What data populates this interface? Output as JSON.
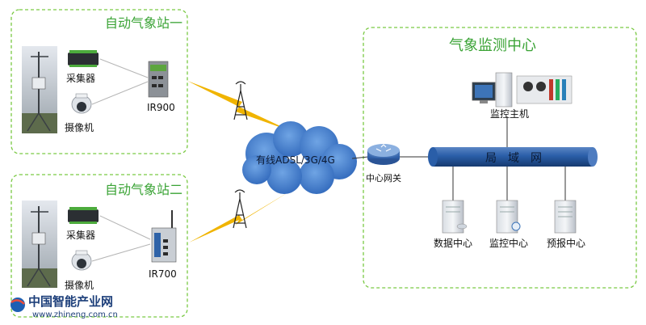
{
  "station1": {
    "title": "自动气象站一",
    "collector": "采集器",
    "camera": "摄像机",
    "router": "IR900"
  },
  "station2": {
    "title": "自动气象站二",
    "collector": "采集器",
    "camera": "摄像机",
    "router": "IR700"
  },
  "cloud": {
    "label": "有线ADSL/3G/4G"
  },
  "center": {
    "title": "气象监测中心",
    "gateway": "中心网关",
    "lan": "局　域　网",
    "host": "监控主机",
    "servers": [
      "数据中心",
      "监控中心",
      "预报中心"
    ]
  },
  "watermark": {
    "name": "中国智能产业网",
    "url": "www.zhineng.com.cn"
  },
  "colors": {
    "border_green": "#7ac943",
    "title_green": "#3aa335",
    "lan_blue": "#1f4e8c",
    "lightning": "#f0b400"
  }
}
